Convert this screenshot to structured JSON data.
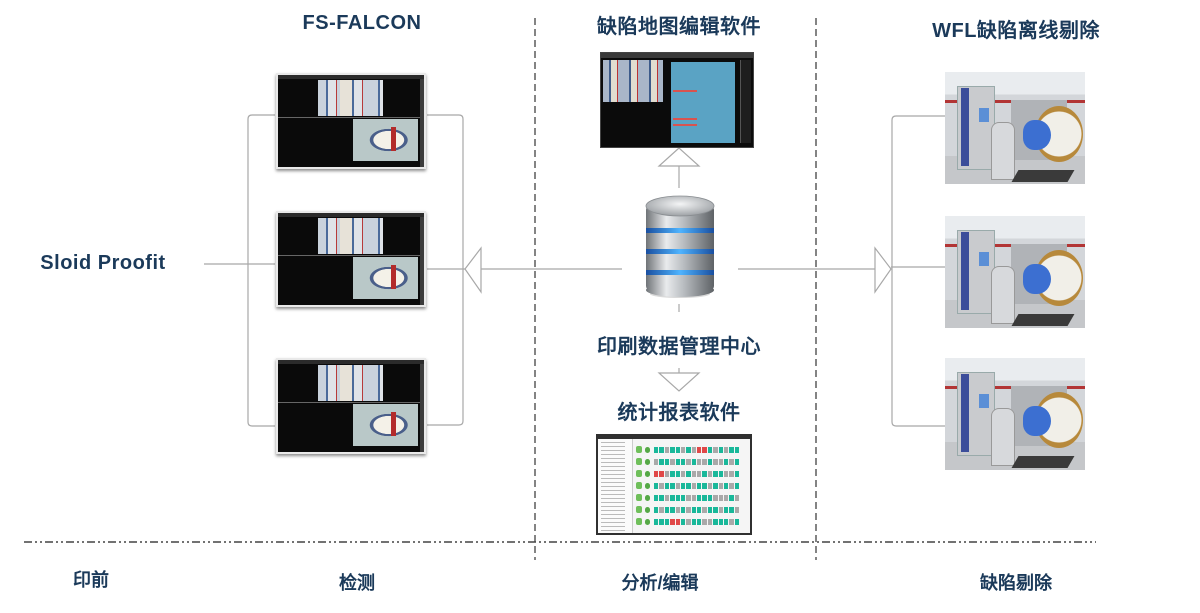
{
  "columns": {
    "prepress": {
      "title": "Sloid Proofit",
      "stage": "印前"
    },
    "inspection": {
      "title": "FS-FALCON",
      "stage": "检测",
      "screens": 3
    },
    "analysis": {
      "stage": "分析/编辑",
      "defect_map_editor": "缺陷地图编辑软件",
      "data_center": "印刷数据管理中心",
      "statistics_report": "统计报表软件"
    },
    "removal": {
      "title": "WFL缺陷离线剔除",
      "stage": "缺陷剔除",
      "machines": 3
    }
  },
  "icons": {
    "database": "database-icon",
    "arrow_left": "arrow-left-icon",
    "arrow_right": "arrow-right-icon",
    "arrow_up": "arrow-up-icon",
    "arrow_down": "arrow-down-icon"
  },
  "colors": {
    "title": "#1b3a5a",
    "connector": "#a8a8a8",
    "divider": "#333333",
    "db_accent": "#2f8fe0",
    "report_ok": "#19b89a",
    "report_defect": "#e04848",
    "editor_canvas": "#5aa3c4"
  },
  "report_rows": [
    [
      "g",
      "g",
      "n",
      "g",
      "g",
      "n",
      "g",
      "n",
      "r",
      "r",
      "g",
      "n",
      "g",
      "n",
      "g",
      "g"
    ],
    [
      "n",
      "g",
      "g",
      "n",
      "g",
      "g",
      "n",
      "g",
      "n",
      "n",
      "g",
      "n",
      "n",
      "g",
      "n",
      "g"
    ],
    [
      "r",
      "r",
      "n",
      "g",
      "g",
      "n",
      "g",
      "n",
      "n",
      "g",
      "n",
      "g",
      "g",
      "n",
      "n",
      "g"
    ],
    [
      "g",
      "n",
      "g",
      "g",
      "n",
      "g",
      "g",
      "n",
      "g",
      "g",
      "n",
      "g",
      "n",
      "g",
      "n",
      "g"
    ],
    [
      "g",
      "g",
      "n",
      "g",
      "g",
      "g",
      "n",
      "n",
      "g",
      "g",
      "g",
      "n",
      "n",
      "n",
      "g",
      "n"
    ],
    [
      "g",
      "n",
      "g",
      "g",
      "n",
      "g",
      "n",
      "g",
      "g",
      "n",
      "g",
      "g",
      "n",
      "g",
      "g",
      "n"
    ],
    [
      "g",
      "g",
      "g",
      "r",
      "r",
      "g",
      "n",
      "g",
      "g",
      "n",
      "n",
      "g",
      "g",
      "g",
      "n",
      "g"
    ]
  ]
}
